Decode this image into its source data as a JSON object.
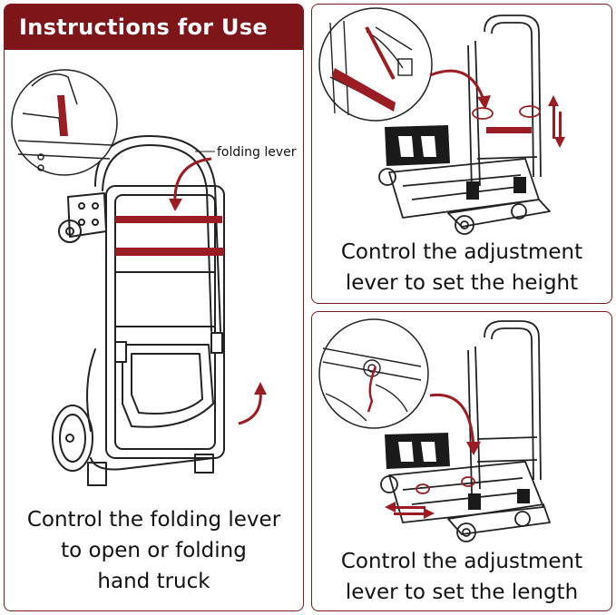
{
  "banner": {
    "title": "Instructions for Use"
  },
  "left_panel": {
    "callout_label": "folding lever",
    "caption_lines": [
      "Control the folding lever",
      "to open or folding",
      "hand truck"
    ]
  },
  "top_right_panel": {
    "caption_lines": [
      "Control the adjustment",
      "lever to set the height"
    ]
  },
  "bottom_right_panel": {
    "caption_lines": [
      "Control the adjustment",
      "lever to set the length"
    ]
  },
  "colors": {
    "accent": "#7e1519",
    "lever": "#9b1c22",
    "outline": "#222222"
  }
}
